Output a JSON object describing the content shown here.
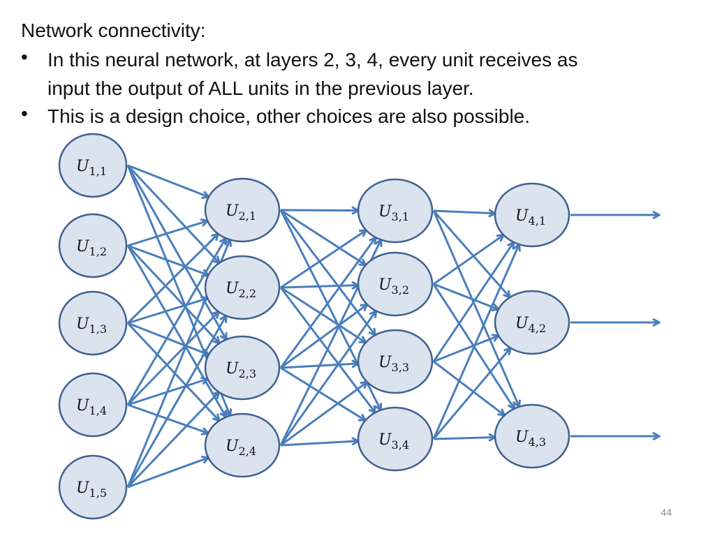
{
  "heading": "Network connectivity:",
  "bullets": [
    "In this neural network, at layers 2, 3, 4, every unit receives as input the output of ALL units in the previous layer.",
    "This is a design choice, other choices are also possible."
  ],
  "bullet_lines": [
    [
      "In this neural network, at layers 2, 3, 4, every unit receives as",
      "input the output of ALL units in the previous layer."
    ],
    [
      "This is a design choice, other choices are also possible."
    ]
  ],
  "layers": [
    [
      {
        "base": "U",
        "sub": "1,1"
      },
      {
        "base": "U",
        "sub": "1,2"
      },
      {
        "base": "U",
        "sub": "1,3"
      },
      {
        "base": "U",
        "sub": "1,4"
      },
      {
        "base": "U",
        "sub": "1,5"
      }
    ],
    [
      {
        "base": "U",
        "sub": "2,1"
      },
      {
        "base": "U",
        "sub": "2,2"
      },
      {
        "base": "U",
        "sub": "2,3"
      },
      {
        "base": "U",
        "sub": "2,4"
      }
    ],
    [
      {
        "base": "U",
        "sub": "3,1"
      },
      {
        "base": "U",
        "sub": "3,2"
      },
      {
        "base": "U",
        "sub": "3,3"
      },
      {
        "base": "U",
        "sub": "3,4"
      }
    ],
    [
      {
        "base": "U",
        "sub": "4,1"
      },
      {
        "base": "U",
        "sub": "4,2"
      },
      {
        "base": "U",
        "sub": "4,3"
      }
    ]
  ],
  "colors": {
    "node_fill": "#dbe3ef",
    "node_stroke": "#3f618f",
    "edge": "#4a7ebb"
  },
  "page_number": "44"
}
